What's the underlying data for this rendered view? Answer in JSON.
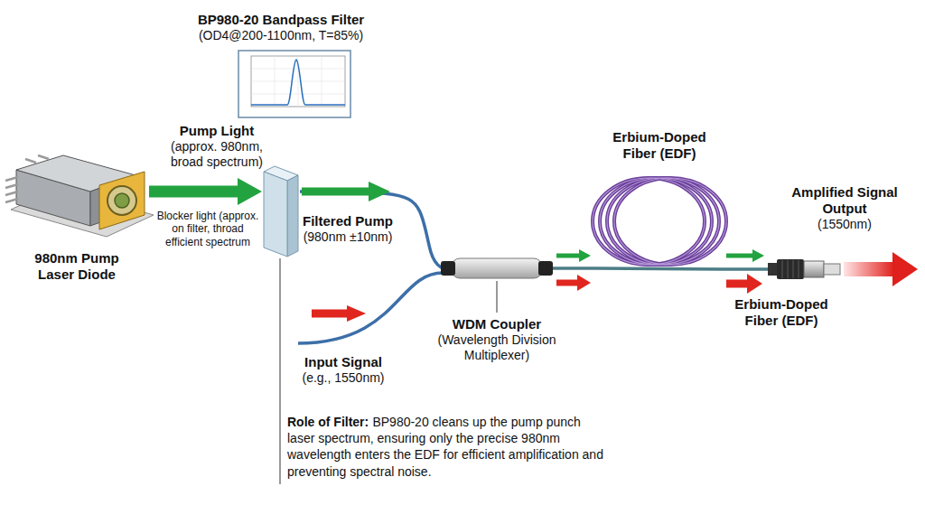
{
  "diagram": {
    "nodes": [
      {
        "text": [
          "980nm Pump Laser Diode"
        ]
      },
      {
        "text": [
          "BP980-20 Bandpass Filter",
          "(OD4@200-1100nm, T=85%)"
        ]
      },
      {
        "text": [
          "WDM Coupler",
          "(Wavelength Division Multiplexer)"
        ]
      },
      {
        "text": [
          "Erbium-Doped Fiber (EDF)"
        ]
      },
      {
        "text": [
          "Amplified Signal Output",
          "(1550nm)"
        ]
      }
    ],
    "edges": [
      {
        "from": 0,
        "to": 1,
        "arrow": "to",
        "label": "Pump Light (approx. 980nm, broad spectrum)"
      },
      {
        "from": 1,
        "to": 2,
        "arrow": "to",
        "label": "Filtered Pump (980nm ±10nm)"
      },
      {
        "from": 2,
        "to": 3,
        "arrow": "to"
      },
      {
        "from": 3,
        "to": 4,
        "arrow": "to"
      }
    ],
    "labels": [
      "Blocker light (approx. on filter, throad efficient spectrum",
      "Input Signal (e.g., 1550nm)",
      "Erbium-Doped Fiber (EDF)",
      "Role of Filter:",
      "BP980-20 cleans up the pump punch laser spectrum, ensuring only the precise 980nm wavelength enters the EDF for efficient amplification and preventing spectral noise."
    ]
  }
}
